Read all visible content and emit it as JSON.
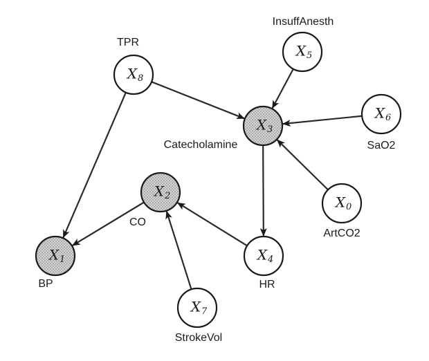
{
  "nodes": [
    {
      "id": "x0",
      "var": "X",
      "sub": "0",
      "label": "ArtCO2",
      "shaded": false
    },
    {
      "id": "x1",
      "var": "X",
      "sub": "1",
      "label": "BP",
      "shaded": true
    },
    {
      "id": "x2",
      "var": "X",
      "sub": "2",
      "label": "CO",
      "shaded": true
    },
    {
      "id": "x3",
      "var": "X",
      "sub": "3",
      "label": "Catecholamine",
      "shaded": true
    },
    {
      "id": "x4",
      "var": "X",
      "sub": "4",
      "label": "HR",
      "shaded": false
    },
    {
      "id": "x5",
      "var": "X",
      "sub": "5",
      "label": "InsuffAnesth",
      "shaded": false
    },
    {
      "id": "x6",
      "var": "X",
      "sub": "6",
      "label": "SaO2",
      "shaded": false
    },
    {
      "id": "x7",
      "var": "X",
      "sub": "7",
      "label": "StrokeVol",
      "shaded": false
    },
    {
      "id": "x8",
      "var": "X",
      "sub": "8",
      "label": "TPR",
      "shaded": false
    }
  ],
  "edges": [
    {
      "from": "x8",
      "to": "x3"
    },
    {
      "from": "x8",
      "to": "x1"
    },
    {
      "from": "x5",
      "to": "x3"
    },
    {
      "from": "x6",
      "to": "x3"
    },
    {
      "from": "x0",
      "to": "x3"
    },
    {
      "from": "x3",
      "to": "x4"
    },
    {
      "from": "x4",
      "to": "x2"
    },
    {
      "from": "x2",
      "to": "x1"
    },
    {
      "from": "x7",
      "to": "x2"
    }
  ]
}
